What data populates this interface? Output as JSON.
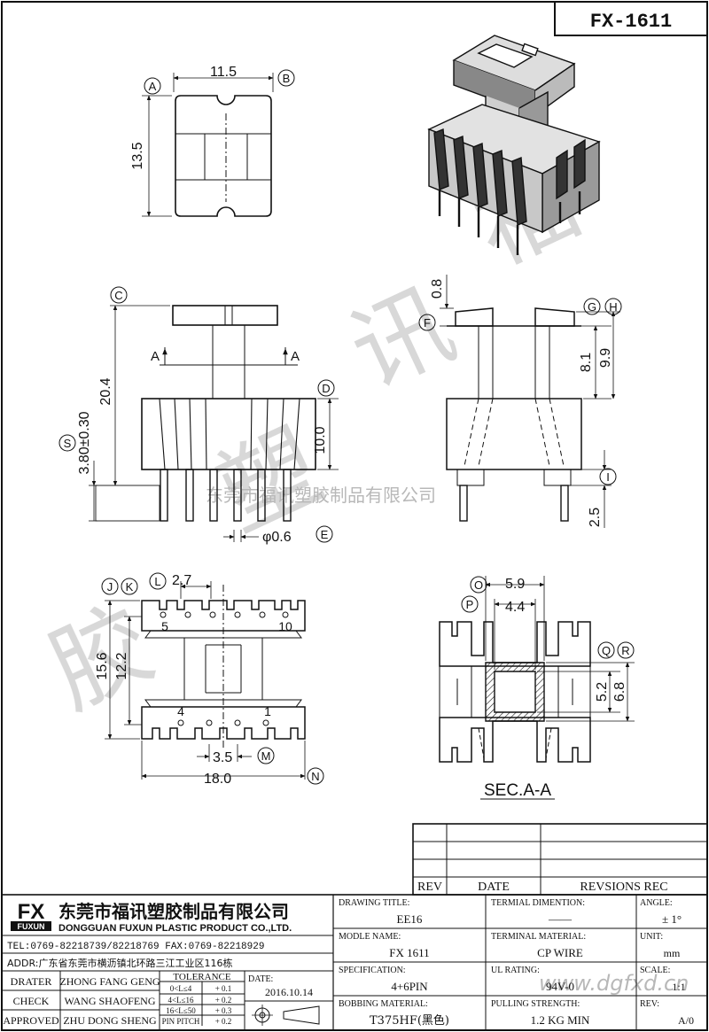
{
  "header": {
    "part_no": "FX-1611"
  },
  "watermark": {
    "line": "东莞市福讯塑胶制品有限公司",
    "site": "www.dgfxd.cn",
    "big_chars": [
      "福",
      "讯",
      "塑",
      "胶"
    ]
  },
  "top_view": {
    "dim_width": "11.5",
    "dim_height": "13.5",
    "ref_a": "A",
    "ref_b": "B"
  },
  "front_view": {
    "dim_total": "20.4",
    "dim_body": "10.0",
    "dim_stand": "3.80±0.30",
    "dim_pin": "φ0.6",
    "ref_c": "C",
    "ref_d": "D",
    "ref_s": "S",
    "ref_e": "E",
    "section_mark": "A"
  },
  "side_view": {
    "dim_f": "0.8",
    "dim_g": "8.1",
    "dim_h": "9.9",
    "dim_i": "2.5",
    "ref_f": "F",
    "ref_g": "G",
    "ref_h": "H",
    "ref_i": "I"
  },
  "bottom_view": {
    "dim_j": "15.6",
    "dim_k": "12.2",
    "dim_l": "2.7",
    "dim_m": "3.5",
    "dim_n": "18.0",
    "ref_j": "J",
    "ref_k": "K",
    "ref_l": "L",
    "ref_m": "M",
    "ref_n": "N",
    "pin_labels": {
      "p5": "5",
      "p10": "10",
      "p4": "4",
      "p1": "1"
    }
  },
  "section_view": {
    "dim_o": "5.9",
    "dim_p": "4.4",
    "dim_q": "5.2",
    "dim_r": "6.8",
    "ref_o": "O",
    "ref_p": "P",
    "ref_q": "Q",
    "ref_r": "R",
    "title": "SEC.A-A"
  },
  "revision_table": {
    "headers": [
      "REV",
      "DATE",
      "REVSIONS REC"
    ]
  },
  "company": {
    "logo": "FX",
    "logo_sub": "FUXUN",
    "name_cn": "东莞市福讯塑胶制品有限公司",
    "name_en": "DONGGUAN FUXUN PLASTIC PRODUCT CO.,LTD.",
    "tel": "TEL:0769-82218739/82218769 FAX:0769-82218929",
    "addr": "ADDR:广东省东莞市横沥镇北环路三江工业区116栋"
  },
  "signatures": [
    {
      "role": "DRATER",
      "name": "ZHONG FANG GENG"
    },
    {
      "role": "CHECK",
      "name": "WANG SHAOFENG"
    },
    {
      "role": "APPROVED",
      "name": "ZHU DONG SHENG"
    }
  ],
  "tolerance": {
    "title": "TOLERANCE",
    "rows": [
      {
        "range": "0<L≤4",
        "value": "+ 0.1"
      },
      {
        "range": "4<L≤16",
        "value": "+ 0.2"
      },
      {
        "range": "16<L≤50",
        "value": "+ 0.3"
      },
      {
        "range": "PIN PITCH",
        "value": "+ 0.2"
      }
    ]
  },
  "date_block": {
    "label": "DATE:",
    "value": "2016.10.14"
  },
  "title_block": {
    "drawing_title_label": "DRAWING TITLE:",
    "drawing_title": "EE16",
    "model_label": "MODLE NAME:",
    "model": "FX 1611",
    "spec_label": "SPECIFICATION:",
    "spec": "4+6PIN",
    "bobbin_label": "BOBBING MATERIAL:",
    "bobbin": "T375HF(黑色)",
    "term_dim_label": "TERMIAL DIMENTION:",
    "term_dim": "——",
    "term_mat_label": "TERMINAL MATERIAL:",
    "term_mat": "CP WIRE",
    "ul_label": "UL RATING:",
    "ul": "94V-0",
    "pull_label": "PULLING STRENGTH:",
    "pull": "1.2 KG MIN",
    "angle_label": "ANGLE:",
    "angle": "± 1°",
    "unit_label": "UNIT:",
    "unit": "mm",
    "scale_label": "SCALE:",
    "scale": "1:1",
    "rev_label": "REV:",
    "rev": "A/0"
  }
}
